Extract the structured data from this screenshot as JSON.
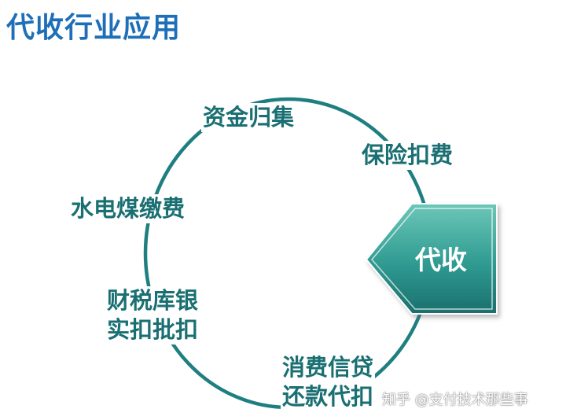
{
  "title": "代收行业应用",
  "center": {
    "label": "代收"
  },
  "nodes": {
    "fund_collection": "资金归集",
    "insurance_deduction": "保险扣费",
    "utility_payment": "水电煤缴费",
    "tax_bank": {
      "line1": "财税库银",
      "line2": "实扣批扣"
    },
    "consumer_credit": {
      "line1": "消费信贷",
      "line2": "还款代扣"
    }
  },
  "watermark": "知乎 @支付技术那些事",
  "colors": {
    "title": "#1e6fb8",
    "ring": "#1f7f80",
    "label": "#1a6f72",
    "arrow_light": "#5bbcae",
    "arrow_dark": "#1e7e7a"
  }
}
